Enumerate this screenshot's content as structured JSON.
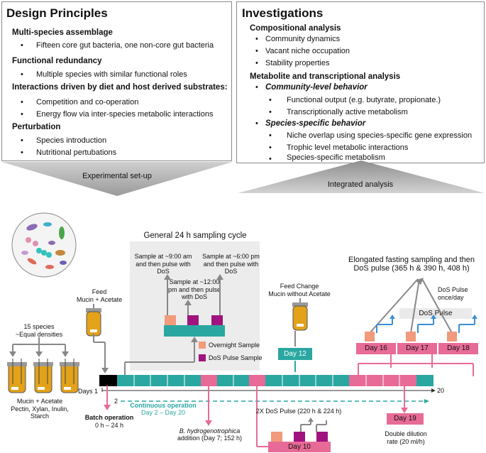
{
  "design_principles": {
    "title": "Design Principles",
    "sections": [
      {
        "heading": "Multi-species assemblage",
        "items": [
          "Fifteen core gut bacteria, one non-core gut bacteria"
        ]
      },
      {
        "heading": "Functional redundancy",
        "items": [
          "Multiple species with similar functional roles"
        ]
      },
      {
        "heading": "Interactions driven by diet and host derived substrates:",
        "items": [
          "Competition and co-operation",
          "Energy flow via inter-species metabolic interactions"
        ]
      },
      {
        "heading": "Perturbation",
        "items": [
          "Species introduction",
          "Nutritional pertubations"
        ]
      }
    ],
    "arrow_label": "Experimental set-up"
  },
  "investigations": {
    "title": "Investigations",
    "compositional": {
      "heading": "Compositional analysis",
      "items": [
        "Community dynamics",
        "Vacant niche occupation",
        "Stability properties"
      ]
    },
    "metabolite": {
      "heading": "Metabolite and transcriptional analysis",
      "community": {
        "heading": "Community-level behavior",
        "items": [
          "Functional output (e.g. butyrate, propionate.)",
          "Transcriptionally active metabolism"
        ]
      },
      "species": {
        "heading": "Species-specific behavior",
        "items": [
          "Niche overlap using species-specific gene expression",
          "Trophic level metabolic interactions",
          "Species-specific metabolism"
        ]
      }
    },
    "arrow_label": "Integrated analysis"
  },
  "inoculum": {
    "species_label": "15 species\n~Equal densities",
    "media_label": "Mucin + Acetate\nPectin, Xylan, Inulin,\nStarch"
  },
  "feed1": "Feed\nMucin + Acetate",
  "cycle": {
    "title": "General 24 h sampling cycle",
    "sample_am": "Sample at ~9:00 am\nand then pulse with\nDoS",
    "sample_noon": "Sample at ~12:00\npm and then pulse\nwith DoS",
    "sample_pm": "Sample at ~6:00 pm\nand then pulse with\nDoS",
    "legend_overnight": "Overnight Sample",
    "legend_pulse": "DoS Pulse Sample"
  },
  "feed_change": {
    "label": "Feed Change\nMucin without Acetate",
    "day": "Day 12"
  },
  "fasting": {
    "title": "Elongated fasting sampling and then\nDoS pulse (365 h & 390 h, 408 h)",
    "pulse_note": "DoS Pulse\nonce/day",
    "pulse_bar": "DoS Pulse",
    "days": [
      "Day 16",
      "Day 17",
      "Day 18"
    ]
  },
  "timeline": {
    "start_label": "Days 1",
    "day2_label": "2",
    "end_label": "20",
    "continuous_title": "Continuous operation",
    "continuous_range": "Day 2 – Day 20",
    "batch_title": "Batch operation",
    "batch_range": "0 h – 24 h"
  },
  "bhydro": {
    "species": "B. hydrogenotrophica",
    "detail": "addition (Day 7; 152 h)"
  },
  "double_pulse": {
    "label": "2X DoS Pulse (220 h & 224 h)",
    "day": "Day 10"
  },
  "dilution": {
    "day": "Day 19",
    "label": "Double dilution\nrate (20 ml/h)"
  },
  "colors": {
    "teal": "#2aa7a1",
    "pink": "#e76b96",
    "orange": "#f29a7c",
    "purple": "#a0137f",
    "gold": "#e2a21a"
  }
}
